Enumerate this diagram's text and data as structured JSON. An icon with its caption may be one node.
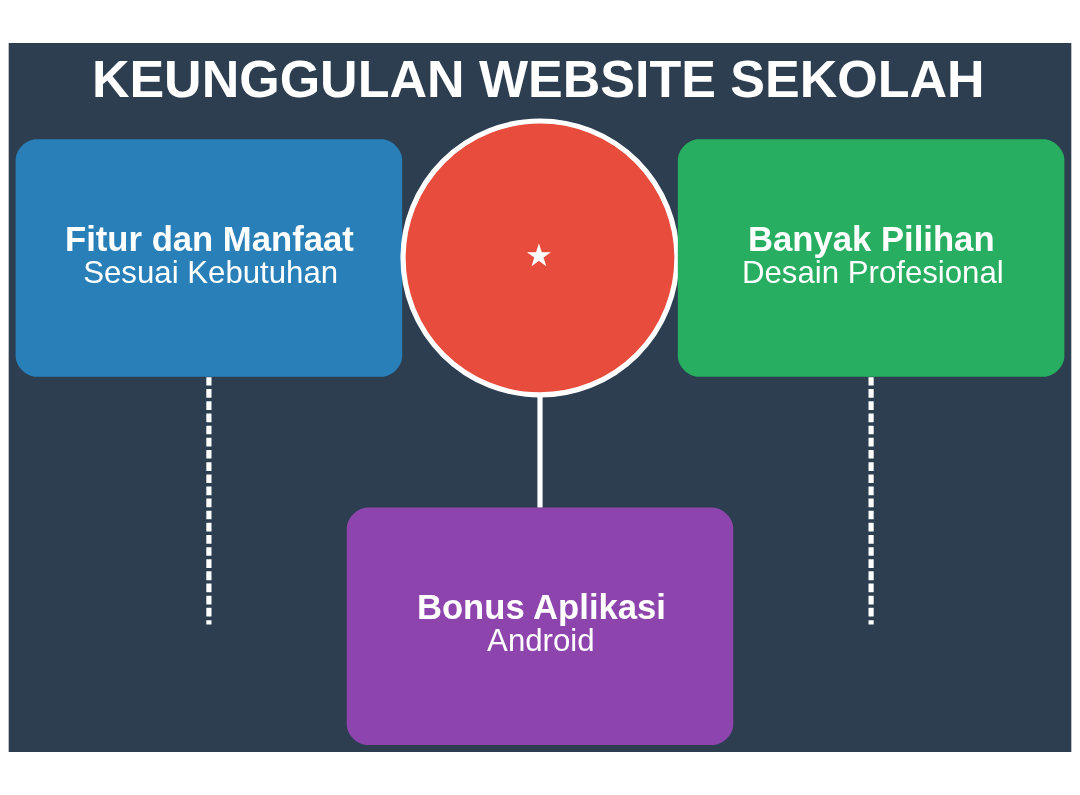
{
  "diagram": {
    "title": "KEUNGGULAN WEBSITE SEKOLAH",
    "nodes": [
      {
        "text": [
          "Fitur dan Manfaat",
          "Sesuai Kebutuhan"
        ]
      },
      {
        "text": [
          "★"
        ]
      },
      {
        "text": [
          "Banyak Pilihan",
          "Desain Profesional"
        ]
      },
      {
        "text": [
          "Bonus Aplikasi",
          "Android"
        ]
      }
    ],
    "edges": [
      {
        "from": 1,
        "to": 3,
        "arrow": "none"
      },
      {
        "from": 0,
        "to": null,
        "arrow": "none",
        "style": "dashed"
      },
      {
        "from": 2,
        "to": null,
        "arrow": "none",
        "style": "dashed"
      }
    ]
  }
}
